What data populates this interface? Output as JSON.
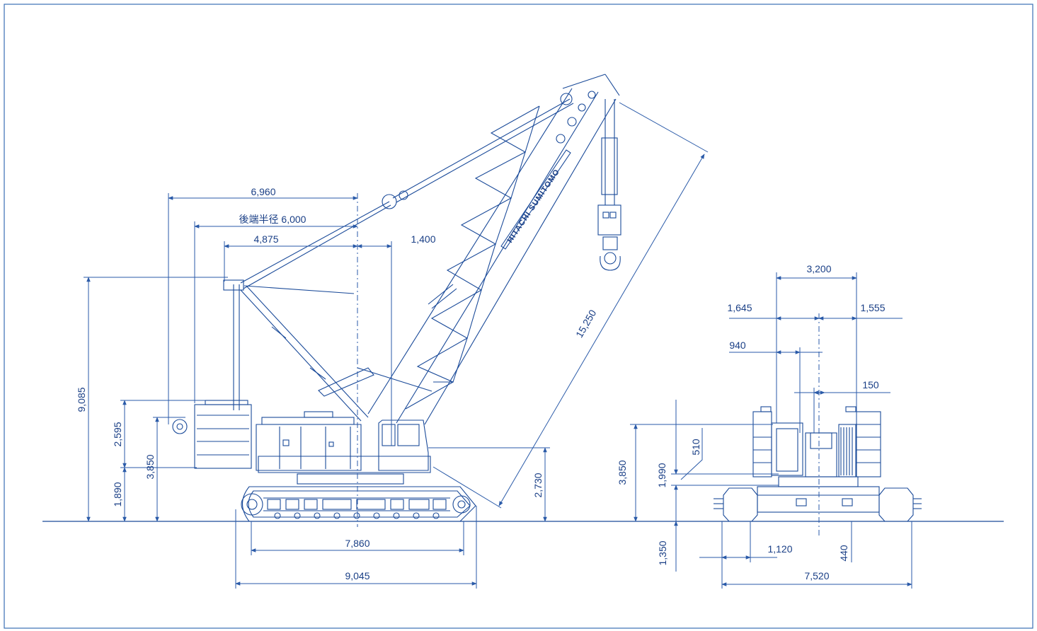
{
  "colors": {
    "line": "#1a4a99",
    "dim": "#2a5aa8",
    "border": "#3a6fb5",
    "background": "#ffffff"
  },
  "side_view": {
    "brand_text": "HITACHI SUMITOMO",
    "dims": {
      "d6960": "6,960",
      "tail_radius": "後端半径 6,000",
      "d4875": "4,875",
      "d1400": "1,400",
      "d9085": "9,085",
      "d2595": "2,595",
      "d1890": "1,890",
      "d3850": "3,850",
      "d15250": "15,250",
      "d2730": "2,730",
      "d7860": "7,860",
      "d9045": "9,045"
    }
  },
  "front_view": {
    "dims": {
      "d3200": "3,200",
      "d1645": "1,645",
      "d1555": "1,555",
      "d940": "940",
      "d150": "150",
      "d510": "510",
      "d3850": "3,850",
      "d1990": "1,990",
      "d1350": "1,350",
      "d1120": "1,120",
      "d440": "440",
      "d7520": "7,520"
    }
  }
}
